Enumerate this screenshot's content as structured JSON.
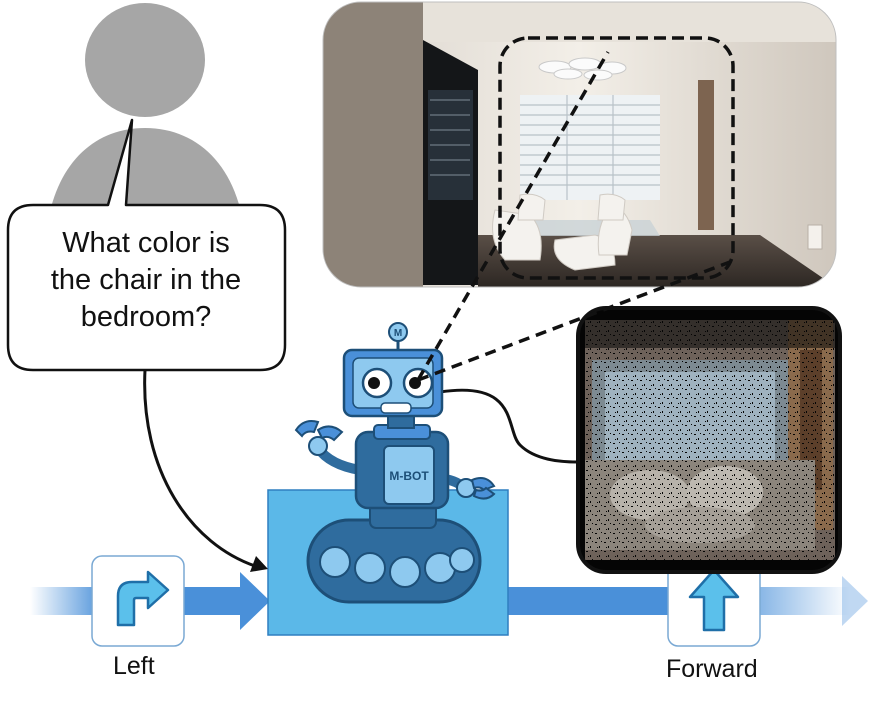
{
  "speech": {
    "line1": "What color is",
    "line2": "the chair in the",
    "line3": "bedroom?"
  },
  "actions": {
    "left_label": "Left",
    "forward_label": "Forward"
  },
  "robot": {
    "chest_label": "M-BOT",
    "antenna_label": "M"
  },
  "colors": {
    "person": "#a6a6a6",
    "flow_arrow": "#4a90d9",
    "box": "#5bb8e8",
    "robot_dark": "#2f6c9e",
    "robot_light": "#8ec9ef",
    "pointcloud_bg": "#050505"
  },
  "icons": {
    "left": "turn-right-arrow-icon",
    "forward": "up-arrow-icon"
  }
}
